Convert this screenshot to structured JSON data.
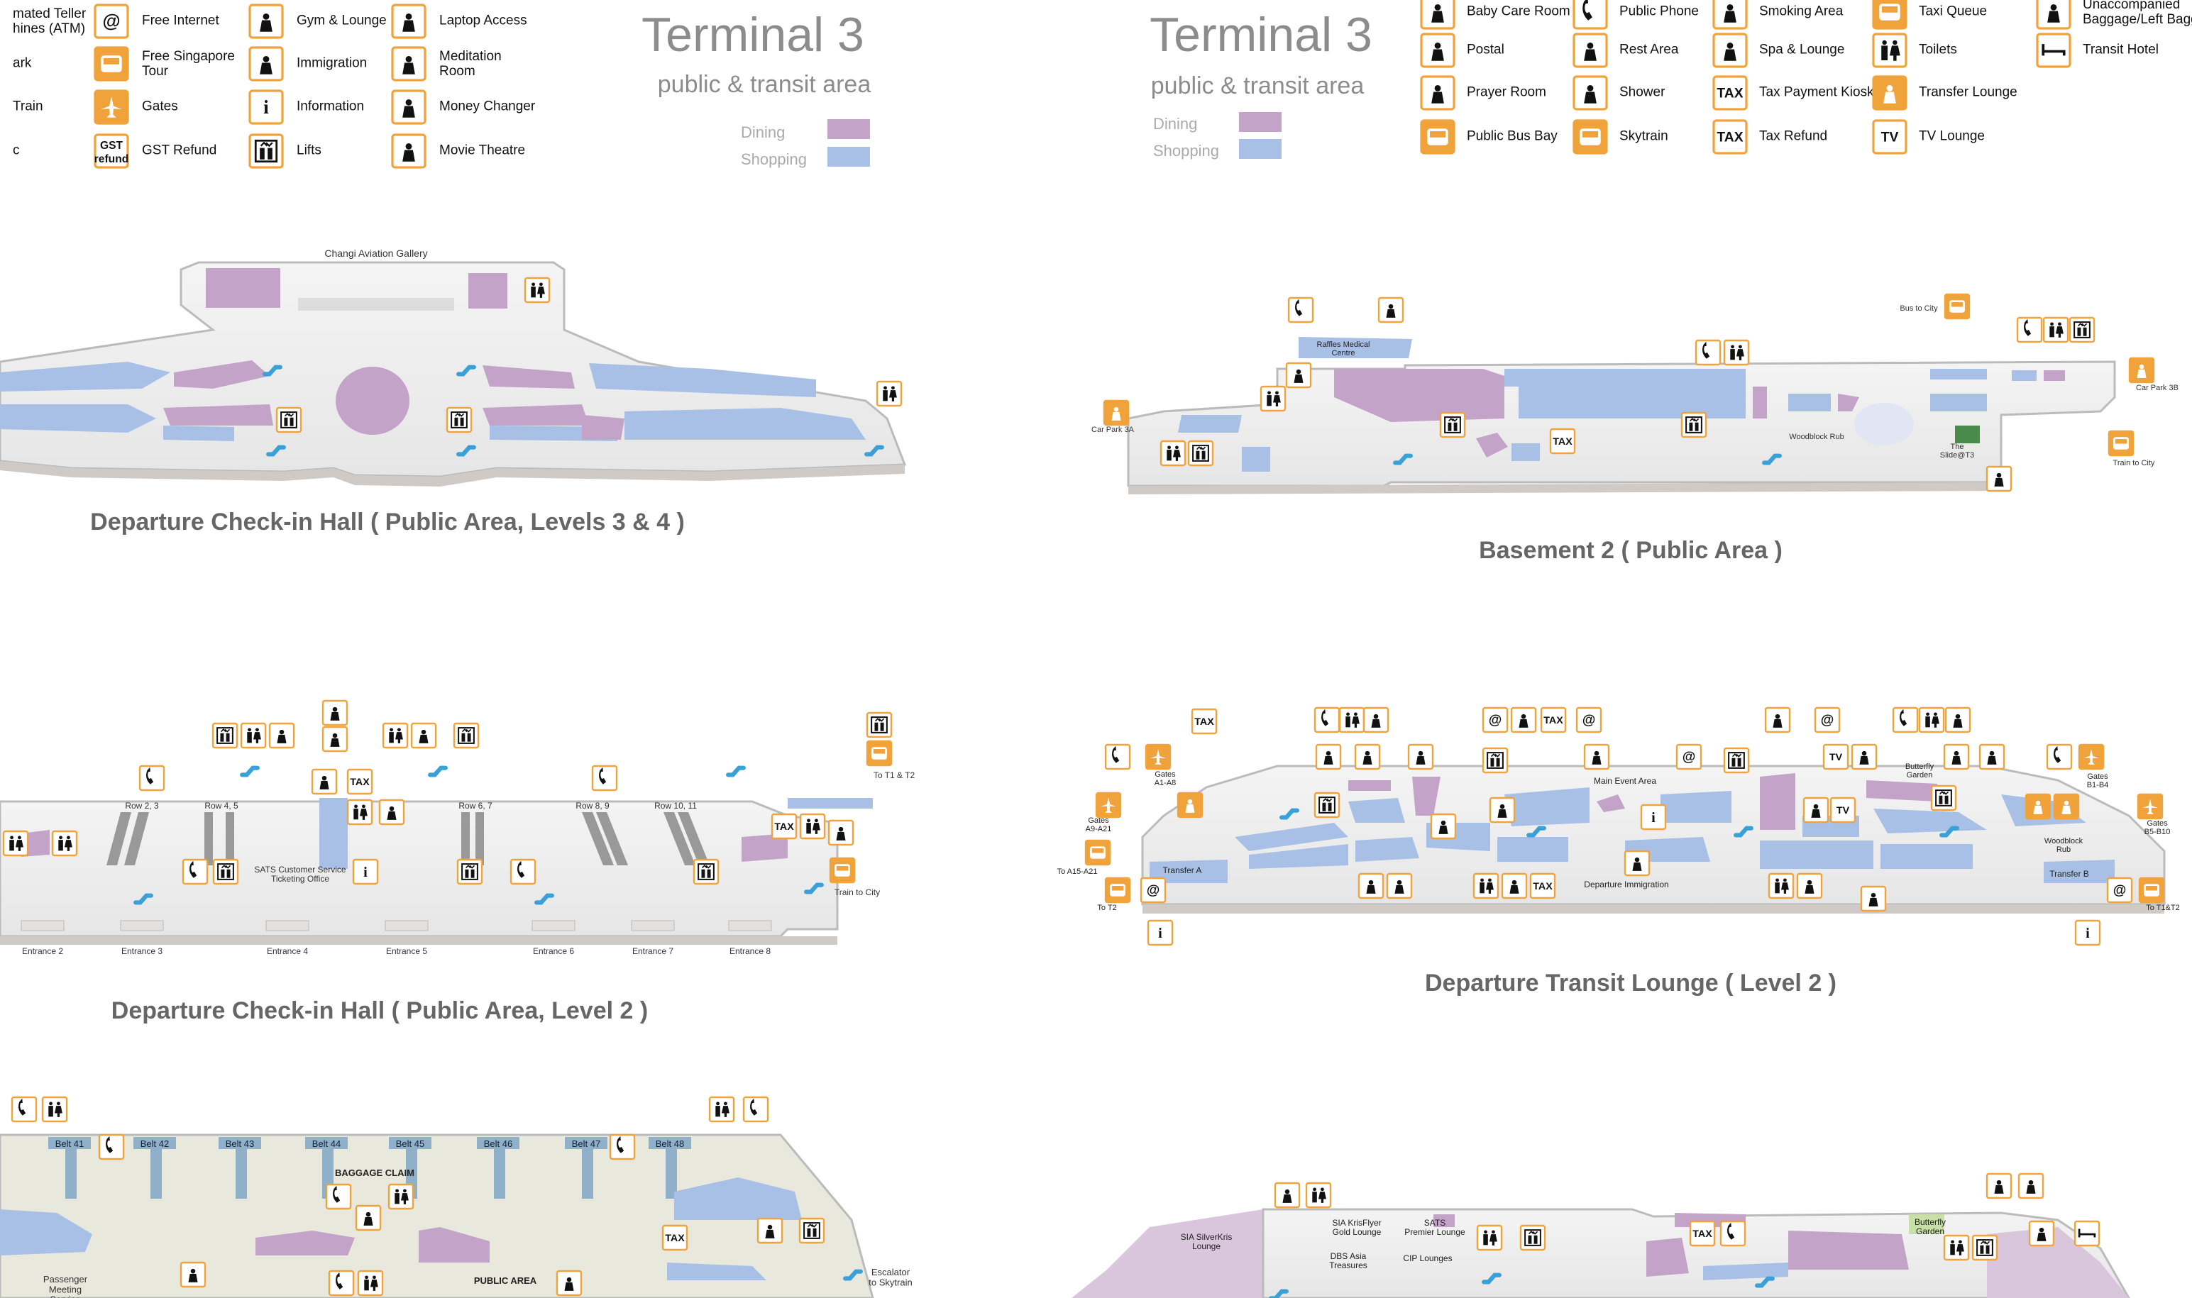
{
  "left": {
    "terminal": {
      "title": "Terminal 3",
      "subtitle": "public & transit area"
    },
    "legend_categories": [
      {
        "label": "Dining",
        "color": "#c4a3c9"
      },
      {
        "label": "Shopping",
        "color": "#a9c0e6"
      }
    ],
    "icon_legend": [
      {
        "label": "mated Teller\nhines (ATM)",
        "icon": "atm-icon",
        "variant": "yellow"
      },
      {
        "label": "ark",
        "icon": "car-park-icon",
        "variant": "yellow"
      },
      {
        "label": "Train",
        "icon": "train-icon",
        "variant": "yellow"
      },
      {
        "label": "c",
        "icon": "misc-icon",
        "variant": "yellow"
      },
      {
        "label": "Free Internet",
        "icon": "at-icon",
        "variant": "yellow"
      },
      {
        "label": "Free Singapore\nTour",
        "icon": "tour-bus-icon",
        "variant": "orange"
      },
      {
        "label": "Gates",
        "icon": "plane-icon",
        "variant": "orange"
      },
      {
        "label": "GST Refund",
        "icon": "gst-icon",
        "variant": "yellow",
        "glyph": "GST\nrefund"
      },
      {
        "label": "Gym & Lounge",
        "icon": "gym-icon",
        "variant": "yellow"
      },
      {
        "label": "Immigration",
        "icon": "immigration-icon",
        "variant": "yellow"
      },
      {
        "label": "Information",
        "icon": "info-icon",
        "variant": "yellow"
      },
      {
        "label": "Lifts",
        "icon": "lift-icon",
        "variant": "yellow"
      },
      {
        "label": "Laptop Access",
        "icon": "laptop-icon",
        "variant": "yellow"
      },
      {
        "label": "Meditation\nRoom",
        "icon": "meditation-icon",
        "variant": "yellow"
      },
      {
        "label": "Money Changer",
        "icon": "money-changer-icon",
        "variant": "yellow"
      },
      {
        "label": "Movie Theatre",
        "icon": "movie-icon",
        "variant": "yellow"
      }
    ],
    "maps": {
      "checkin_l34": {
        "title": "Departure Check-in Hall ( Public Area, Levels 3 & 4 )",
        "gallery": "Changi Aviation Gallery"
      },
      "checkin_l2": {
        "title": "Departure Check-in Hall ( Public Area, Level 2 )",
        "rows": [
          "Row 2, 3",
          "Row 4, 5",
          "Row 6, 7",
          "Row 8, 9",
          "Row 10, 11"
        ],
        "entrances": [
          "Entrance 2",
          "Entrance 3",
          "Entrance 4",
          "Entrance 5",
          "Entrance 6",
          "Entrance 7",
          "Entrance 8"
        ],
        "sats": "SATS Customer Service\nTicketing Office",
        "to_t1t2": "To T1 & T2",
        "train_to_city": "Train to City"
      },
      "arrival": {
        "belts": [
          "Belt 41",
          "Belt 42",
          "Belt 43",
          "Belt 44",
          "Belt 45",
          "Belt 46",
          "Belt 47",
          "Belt 48"
        ],
        "baggage_claim": "BAGGAGE CLAIM",
        "public_area": "PUBLIC AREA",
        "passenger_meeting": "Passenger\nMeeting\nService",
        "escalator": "Escalator\nto Skytrain"
      }
    }
  },
  "right": {
    "terminal": {
      "title": "Terminal 3",
      "subtitle": "public & transit area"
    },
    "legend_categories": [
      {
        "label": "Dining",
        "color": "#c4a3c9"
      },
      {
        "label": "Shopping",
        "color": "#a9c0e6"
      }
    ],
    "icon_legend": [
      {
        "label": "Baby Care Room",
        "icon": "baby-care-icon",
        "variant": "yellow"
      },
      {
        "label": "Postal",
        "icon": "postal-icon",
        "variant": "yellow"
      },
      {
        "label": "Prayer Room",
        "icon": "prayer-icon",
        "variant": "yellow"
      },
      {
        "label": "Public Bus Bay",
        "icon": "bus-icon",
        "variant": "orange"
      },
      {
        "label": "Public Phone",
        "icon": "phone-icon",
        "variant": "yellow"
      },
      {
        "label": "Rest Area",
        "icon": "rest-icon",
        "variant": "yellow"
      },
      {
        "label": "Shower",
        "icon": "shower-icon",
        "variant": "yellow"
      },
      {
        "label": "Skytrain",
        "icon": "skytrain-icon",
        "variant": "orange"
      },
      {
        "label": "Smoking Area",
        "icon": "smoking-icon",
        "variant": "yellow"
      },
      {
        "label": "Spa & Lounge",
        "icon": "spa-icon",
        "variant": "yellow"
      },
      {
        "label": "Tax Payment Kiosk",
        "icon": "tax-kiosk-icon",
        "variant": "yellow",
        "glyph": "TAX"
      },
      {
        "label": "Tax Refund",
        "icon": "tax-refund-icon",
        "variant": "yellow",
        "glyph": "TAX"
      },
      {
        "label": "Taxi Queue",
        "icon": "taxi-icon",
        "variant": "orange"
      },
      {
        "label": "Toilets",
        "icon": "toilet-icon",
        "variant": "yellow"
      },
      {
        "label": "Transfer Lounge",
        "icon": "transfer-icon",
        "variant": "orange"
      },
      {
        "label": "TV Lounge",
        "icon": "tv-icon",
        "variant": "yellow",
        "glyph": "TV"
      },
      {
        "label": "Unaccompanied\nBaggage/Left Bagg",
        "icon": "baggage-icon",
        "variant": "yellow"
      },
      {
        "label": "Transit Hotel",
        "icon": "bed-icon",
        "variant": "yellow"
      }
    ],
    "maps": {
      "basement2": {
        "title": "Basement 2 ( Public Area )",
        "raffles": "Raffles Medical\nCentre",
        "bus_to_city": "Bus to City",
        "car_park_3b": "Car Park 3B",
        "car_park_3a": "Car Park 3A",
        "train_to_city": "Train to City",
        "woodblock": "Woodblock Rub",
        "slide": "The\nSlide@T3"
      },
      "transit": {
        "title": "Departure Transit Lounge ( Level 2 )",
        "gates_a1": "Gates\nA1-A8",
        "gates_a9": "Gates\nA9-A21",
        "to_a15": "To A15-A21",
        "to_t2": "To T2",
        "transfer_a": "Transfer A",
        "transfer_b": "Transfer B",
        "main_event": "Main Event Area",
        "immigration": "Departure Immigration",
        "butterfly": "Butterfly\nGarden",
        "gates_b1": "Gates\nB1-B4",
        "gates_b5": "Gates\nB5-B10",
        "woodblock": "Woodblock\nRub",
        "to_t1t2": "To T1&T2"
      },
      "bottom": {
        "silverkris": "SIA SilverKris\nLounge",
        "krisflyer": "SIA KrisFlyer\nGold Lounge",
        "sats_lounge": "SATS\nPremier Lounge",
        "dbs": "DBS Asia\nTreasures",
        "cip": "CIP Lounges",
        "butterfly": "Butterfly\nGarden"
      }
    }
  }
}
